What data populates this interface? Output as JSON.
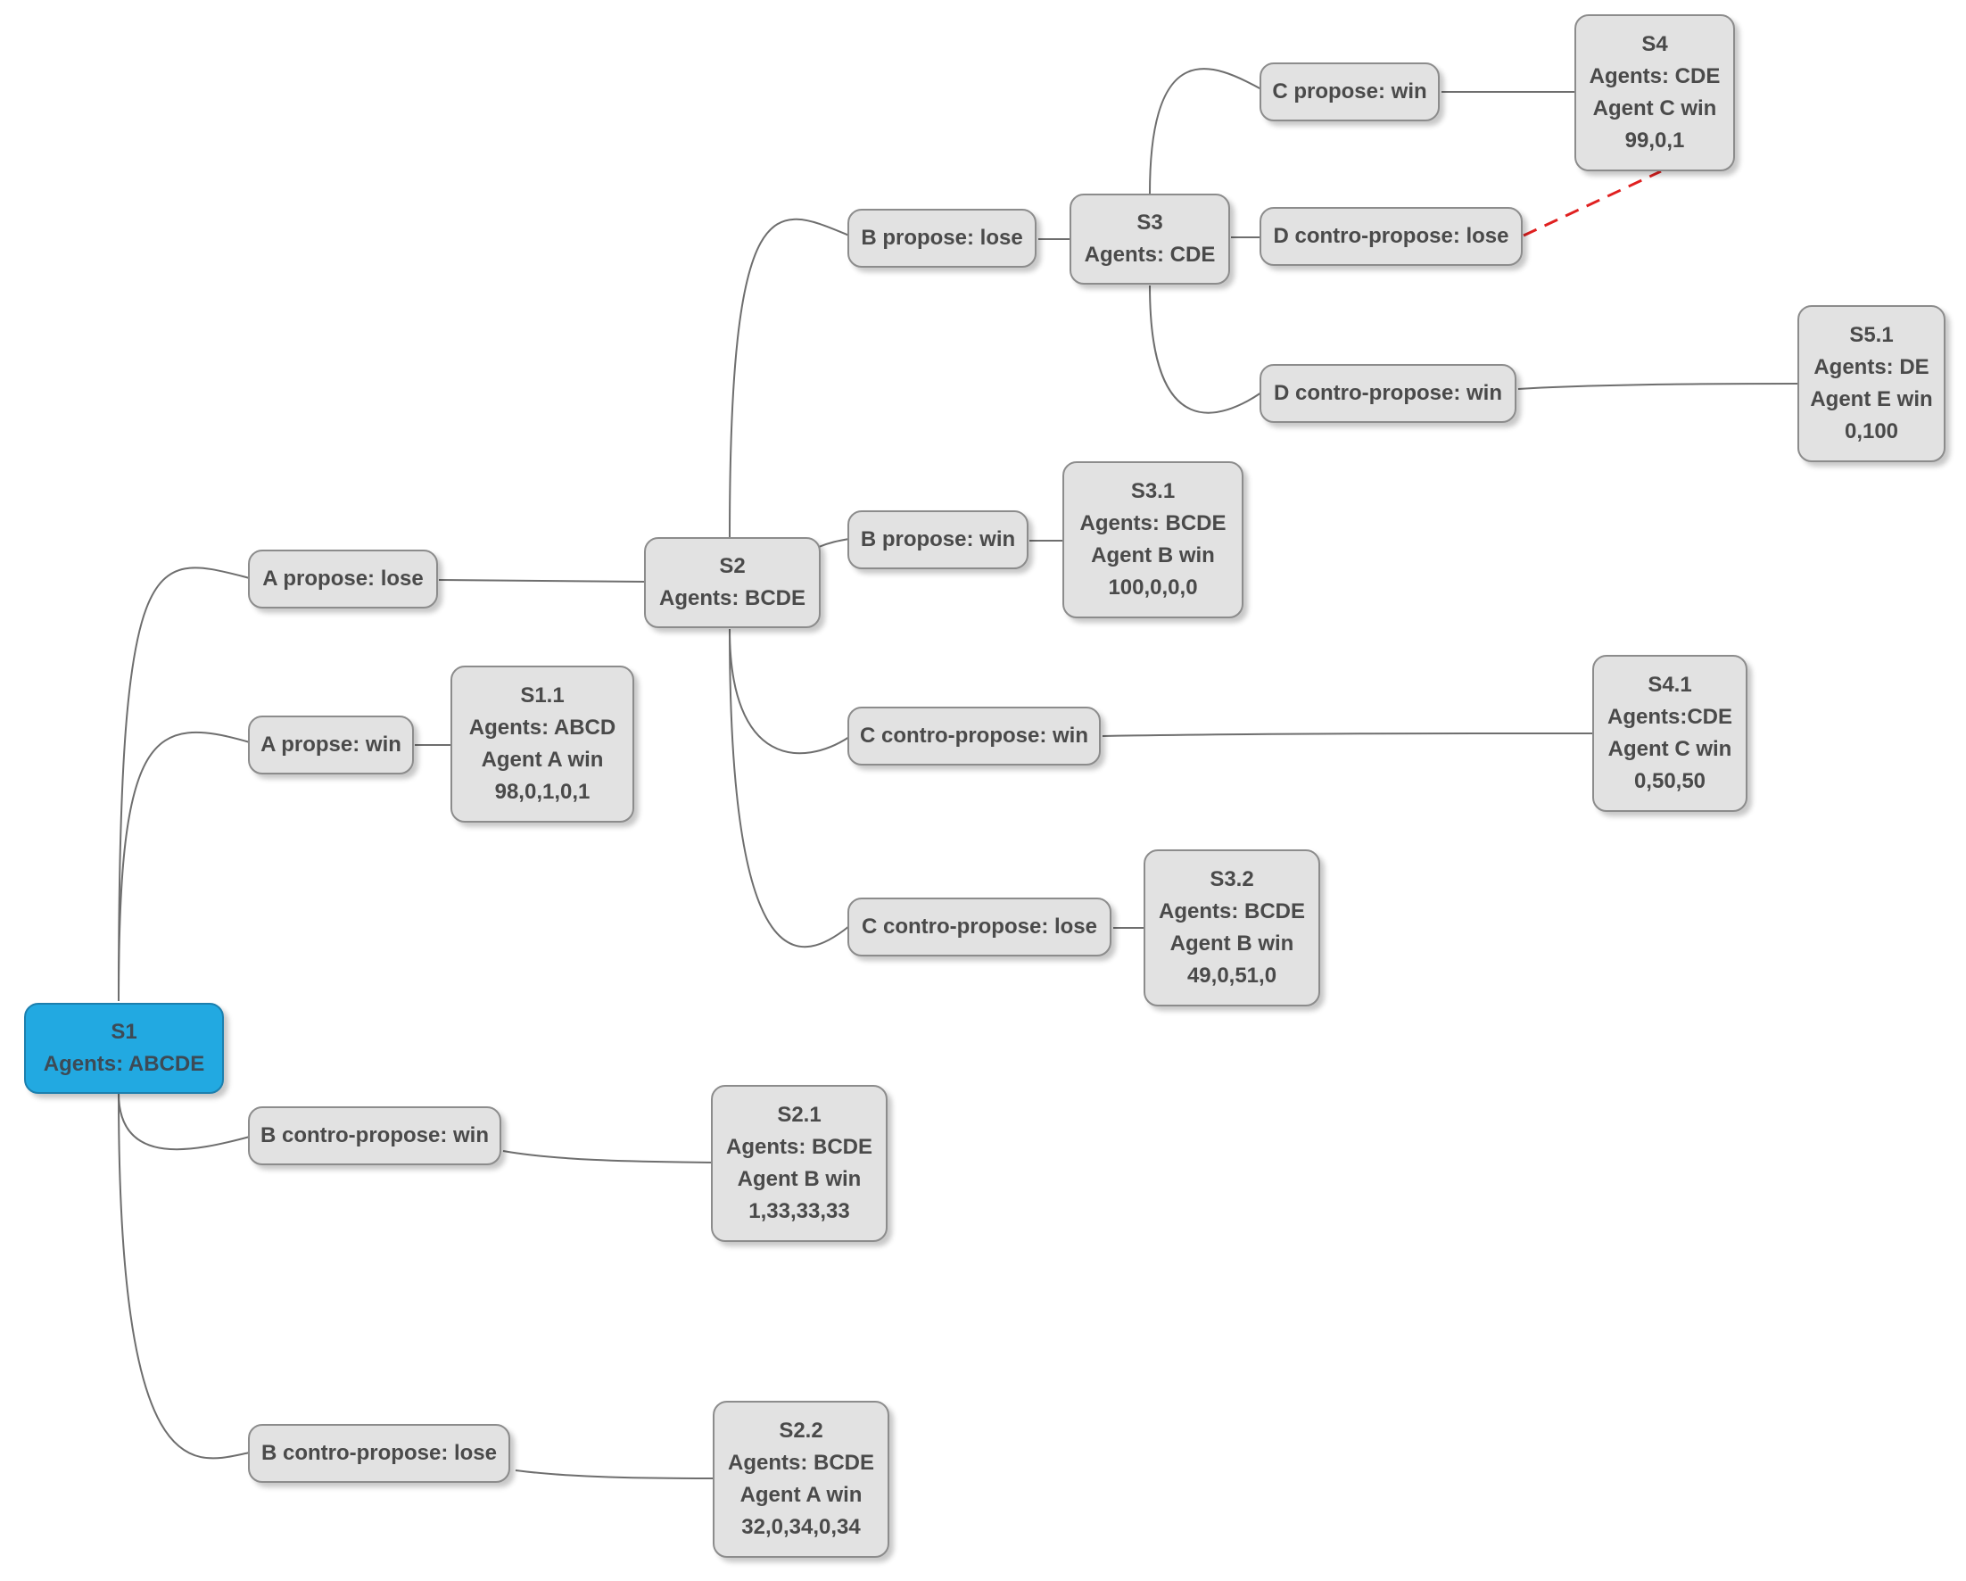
{
  "nodes": {
    "s1": {
      "lines": [
        "S1",
        "Agents: ABCDE"
      ]
    },
    "a_lose": {
      "lines": [
        "A propose: lose"
      ]
    },
    "a_win": {
      "lines": [
        "A propse: win"
      ]
    },
    "b_cw": {
      "lines": [
        "B contro-propose: win"
      ]
    },
    "b_cl": {
      "lines": [
        "B contro-propose: lose"
      ]
    },
    "s2": {
      "lines": [
        "S2",
        "Agents: BCDE"
      ]
    },
    "s1_1": {
      "lines": [
        "S1.1",
        "Agents: ABCD",
        "Agent A win",
        "98,0,1,0,1"
      ]
    },
    "s2_1": {
      "lines": [
        "S2.1",
        "Agents: BCDE",
        "Agent B win",
        "1,33,33,33"
      ]
    },
    "s2_2": {
      "lines": [
        "S2.2",
        "Agents: BCDE",
        "Agent A win",
        "32,0,34,0,34"
      ]
    },
    "b_pl": {
      "lines": [
        "B propose: lose"
      ]
    },
    "b_pw": {
      "lines": [
        "B propose: win"
      ]
    },
    "c_cw": {
      "lines": [
        "C contro-propose: win"
      ]
    },
    "c_cl": {
      "lines": [
        "C contro-propose: lose"
      ]
    },
    "s3": {
      "lines": [
        "S3",
        "Agents: CDE"
      ]
    },
    "s3_1": {
      "lines": [
        "S3.1",
        "Agents: BCDE",
        "Agent B win",
        "100,0,0,0"
      ]
    },
    "s4_1": {
      "lines": [
        "S4.1",
        "Agents:CDE",
        "Agent C win",
        "0,50,50"
      ]
    },
    "s3_2": {
      "lines": [
        "S3.2",
        "Agents: BCDE",
        "Agent B win",
        "49,0,51,0"
      ]
    },
    "c_pw": {
      "lines": [
        "C propose: win"
      ]
    },
    "d_cl": {
      "lines": [
        "D contro-propose: lose"
      ]
    },
    "d_cw": {
      "lines": [
        "D contro-propose: win"
      ]
    },
    "s4": {
      "lines": [
        "S4",
        "Agents: CDE",
        "Agent C win",
        "99,0,1"
      ]
    },
    "s5_1": {
      "lines": [
        "S5.1",
        "Agents: DE",
        "Agent E win",
        "0,100"
      ]
    }
  },
  "colors": {
    "root_fill": "#22a9e1",
    "node_fill": "#e2e2e2",
    "edge": "#6e6e6e",
    "dashed_edge": "#e02020"
  }
}
